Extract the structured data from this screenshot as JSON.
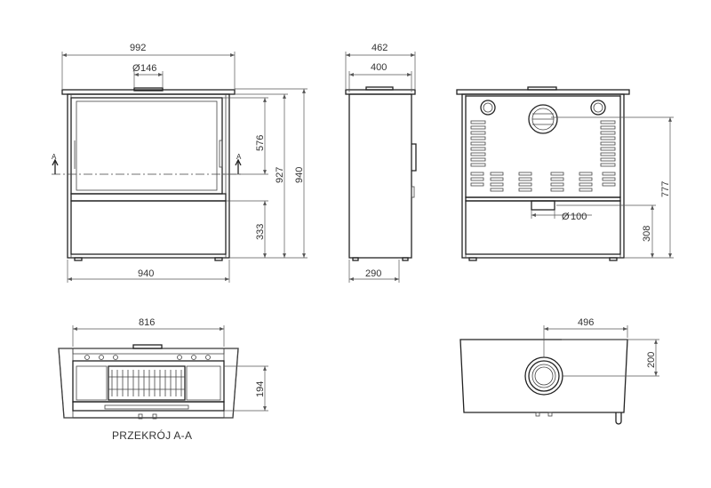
{
  "dimensions": {
    "front_width_top": "992",
    "front_flue_dia": "146",
    "front_glass_height": "576",
    "front_height_927": "927",
    "front_height_940": "940",
    "front_lower_height": "333",
    "front_width_bottom": "940",
    "side_depth_top": "462",
    "side_depth_inner": "400",
    "side_depth_bottom": "290",
    "rear_height": "777",
    "rear_air_dia": "100",
    "rear_lower_height": "308",
    "section_width": "816",
    "section_depth": "194",
    "top_flue_offset": "496",
    "top_flue_depth": "200"
  },
  "symbols": {
    "diameter": "Ø",
    "section_mark": "A"
  },
  "caption": "PRZEKRÓJ A-A"
}
